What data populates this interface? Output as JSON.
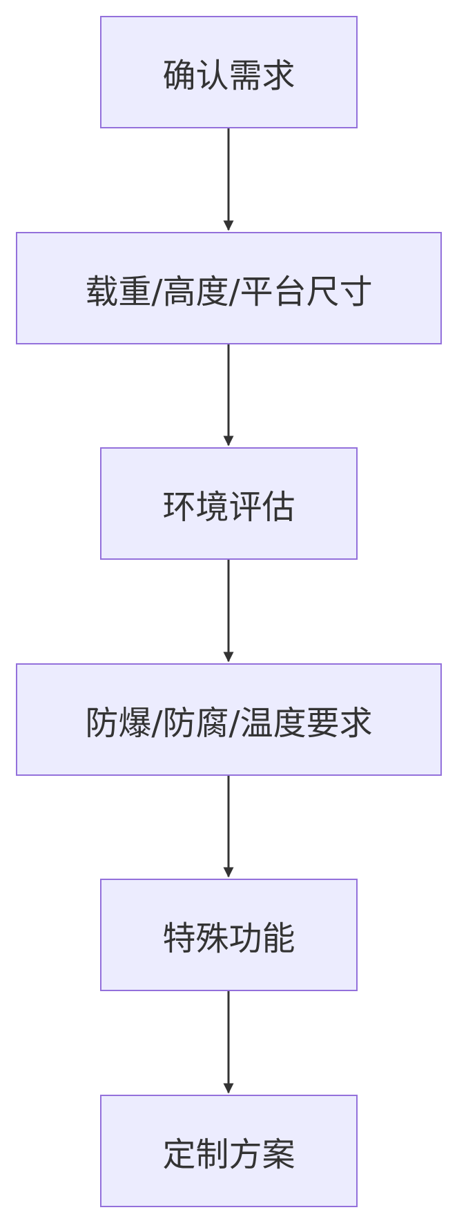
{
  "diagram": {
    "type": "flowchart",
    "direction": "top-to-bottom",
    "colors": {
      "node_fill": "#ececfe",
      "node_border": "#9370db",
      "edge": "#333333",
      "text": "#333333"
    },
    "nodes": [
      {
        "id": "n1",
        "label": "确认需求"
      },
      {
        "id": "n2",
        "label": "载重/高度/平台尺寸"
      },
      {
        "id": "n3",
        "label": "环境评估"
      },
      {
        "id": "n4",
        "label": "防爆/防腐/温度要求"
      },
      {
        "id": "n5",
        "label": "特殊功能"
      },
      {
        "id": "n6",
        "label": "定制方案"
      }
    ],
    "edges": [
      {
        "from": "n1",
        "to": "n2"
      },
      {
        "from": "n2",
        "to": "n3"
      },
      {
        "from": "n3",
        "to": "n4"
      },
      {
        "from": "n4",
        "to": "n5"
      },
      {
        "from": "n5",
        "to": "n6"
      }
    ]
  }
}
